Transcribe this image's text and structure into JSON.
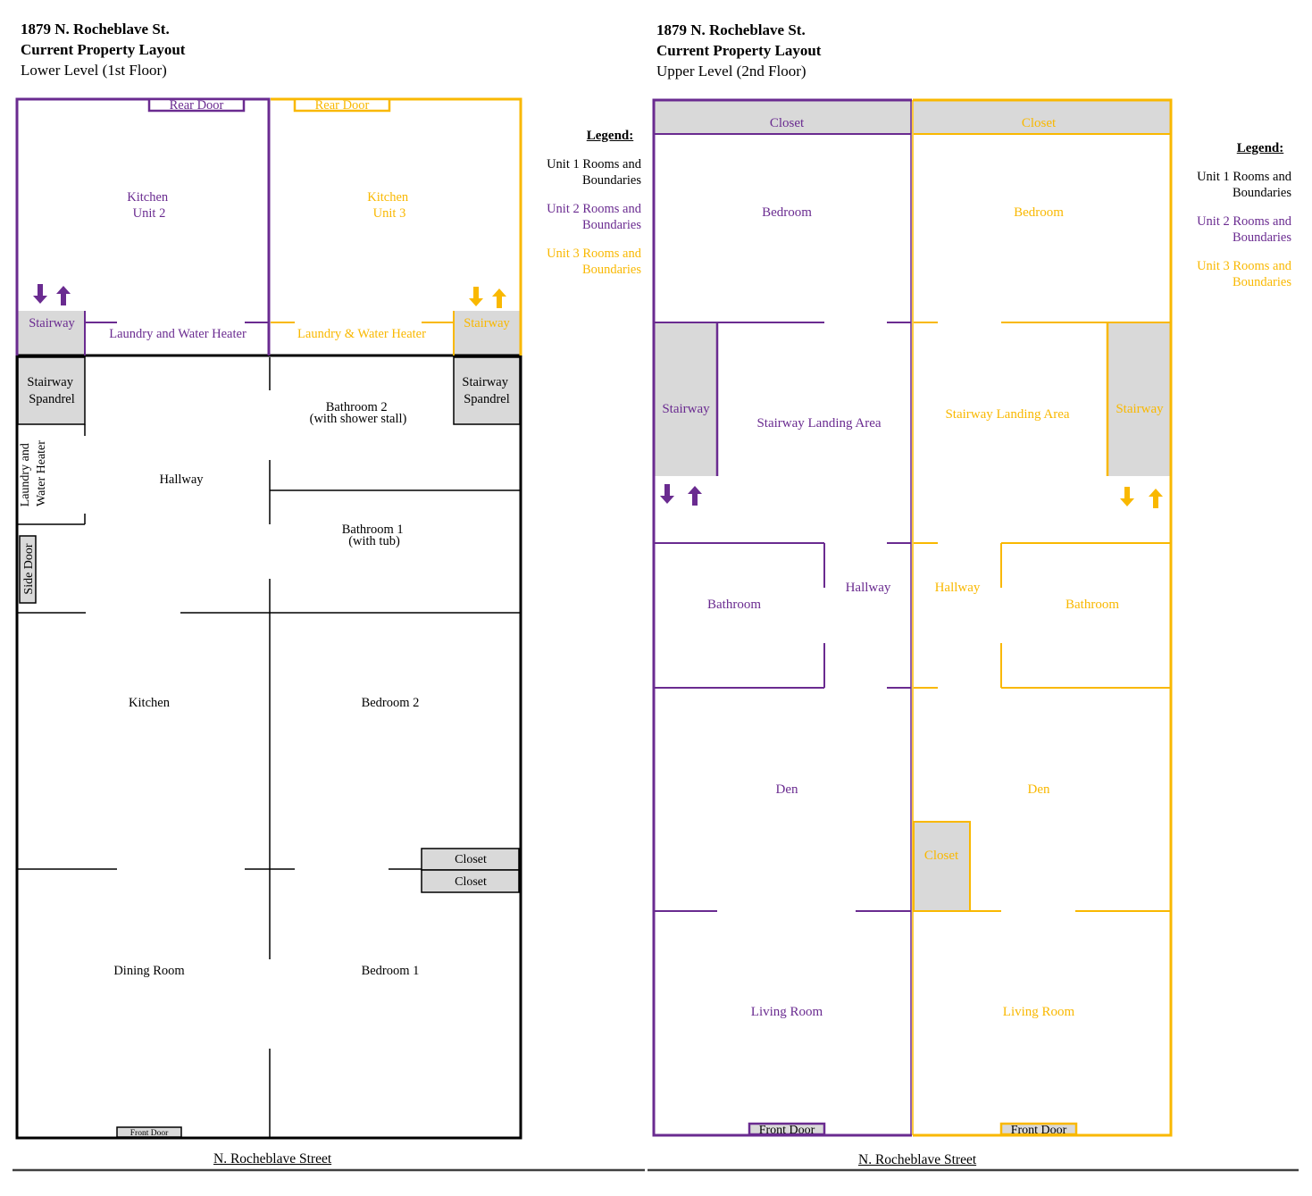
{
  "colors": {
    "unit1": "#000000",
    "unit2": "#6a2b90",
    "unit3": "#f9b800",
    "fixture_fill": "#d9d9d9"
  },
  "lower": {
    "address": "1879 N. Rocheblave St.",
    "subtitle": "Current Property Layout",
    "level": "Lower Level (1st Floor)",
    "street": "N. Rocheblave Street",
    "legend": {
      "title": "Legend:",
      "unit1": "Unit 1 Rooms and Boundaries",
      "unit2": "Unit 2 Rooms and Boundaries",
      "unit3": "Unit 3 Rooms and Boundaries"
    },
    "rooms": {
      "rear_door_u2": "Rear Door",
      "rear_door_u3": "Rear Door",
      "kitchen_u2": [
        "Kitchen",
        "Unit 2"
      ],
      "kitchen_u3": [
        "Kitchen",
        "Unit 3"
      ],
      "stairway_u2": "Stairway",
      "stairway_u3": "Stairway",
      "laundry_u2": "Laundry and Water Heater",
      "laundry_u3": "Laundry & Water Heater",
      "spandrel_left": [
        "Stairway",
        "Spandrel"
      ],
      "spandrel_right": [
        "Stairway",
        "Spandrel"
      ],
      "bathroom2": [
        "Bathroom 2",
        "(with shower stall)"
      ],
      "laundry_u1": [
        "Laundry and",
        "Water Heater"
      ],
      "hallway": "Hallway",
      "bathroom1": [
        "Bathroom 1",
        "(with tub)"
      ],
      "side_door": "Side Door",
      "kitchen_u1": "Kitchen",
      "bedroom2": "Bedroom 2",
      "closet_a": "Closet",
      "closet_b": "Closet",
      "dining_room": "Dining Room",
      "bedroom1": "Bedroom 1",
      "front_door": "Front Door"
    }
  },
  "upper": {
    "address": "1879 N. Rocheblave St.",
    "subtitle": "Current Property Layout",
    "level": "Upper Level (2nd Floor)",
    "street": "N. Rocheblave Street",
    "legend": {
      "title": "Legend:",
      "unit1": "Unit 1 Rooms and Boundaries",
      "unit2": "Unit 2 Rooms and Boundaries",
      "unit3": "Unit 3 Rooms and Boundaries"
    },
    "rooms": {
      "closet_u2": "Closet",
      "closet_u3": "Closet",
      "bedroom_u2": "Bedroom",
      "bedroom_u3": "Bedroom",
      "stairway_u2": "Stairway",
      "stairway_u3": "Stairway",
      "landing_u2": "Stairway Landing Area",
      "landing_u3": "Stairway Landing Area",
      "bathroom_u2": "Bathroom",
      "bathroom_u3": "Bathroom",
      "hallway_u2": "Hallway",
      "hallway_u3": "Hallway",
      "den_u2": "Den",
      "den_u3": "Den",
      "closet_den_u3": "Closet",
      "living_u2": "Living Room",
      "living_u3": "Living Room",
      "front_door_u2": "Front Door",
      "front_door_u3": "Front Door"
    }
  }
}
